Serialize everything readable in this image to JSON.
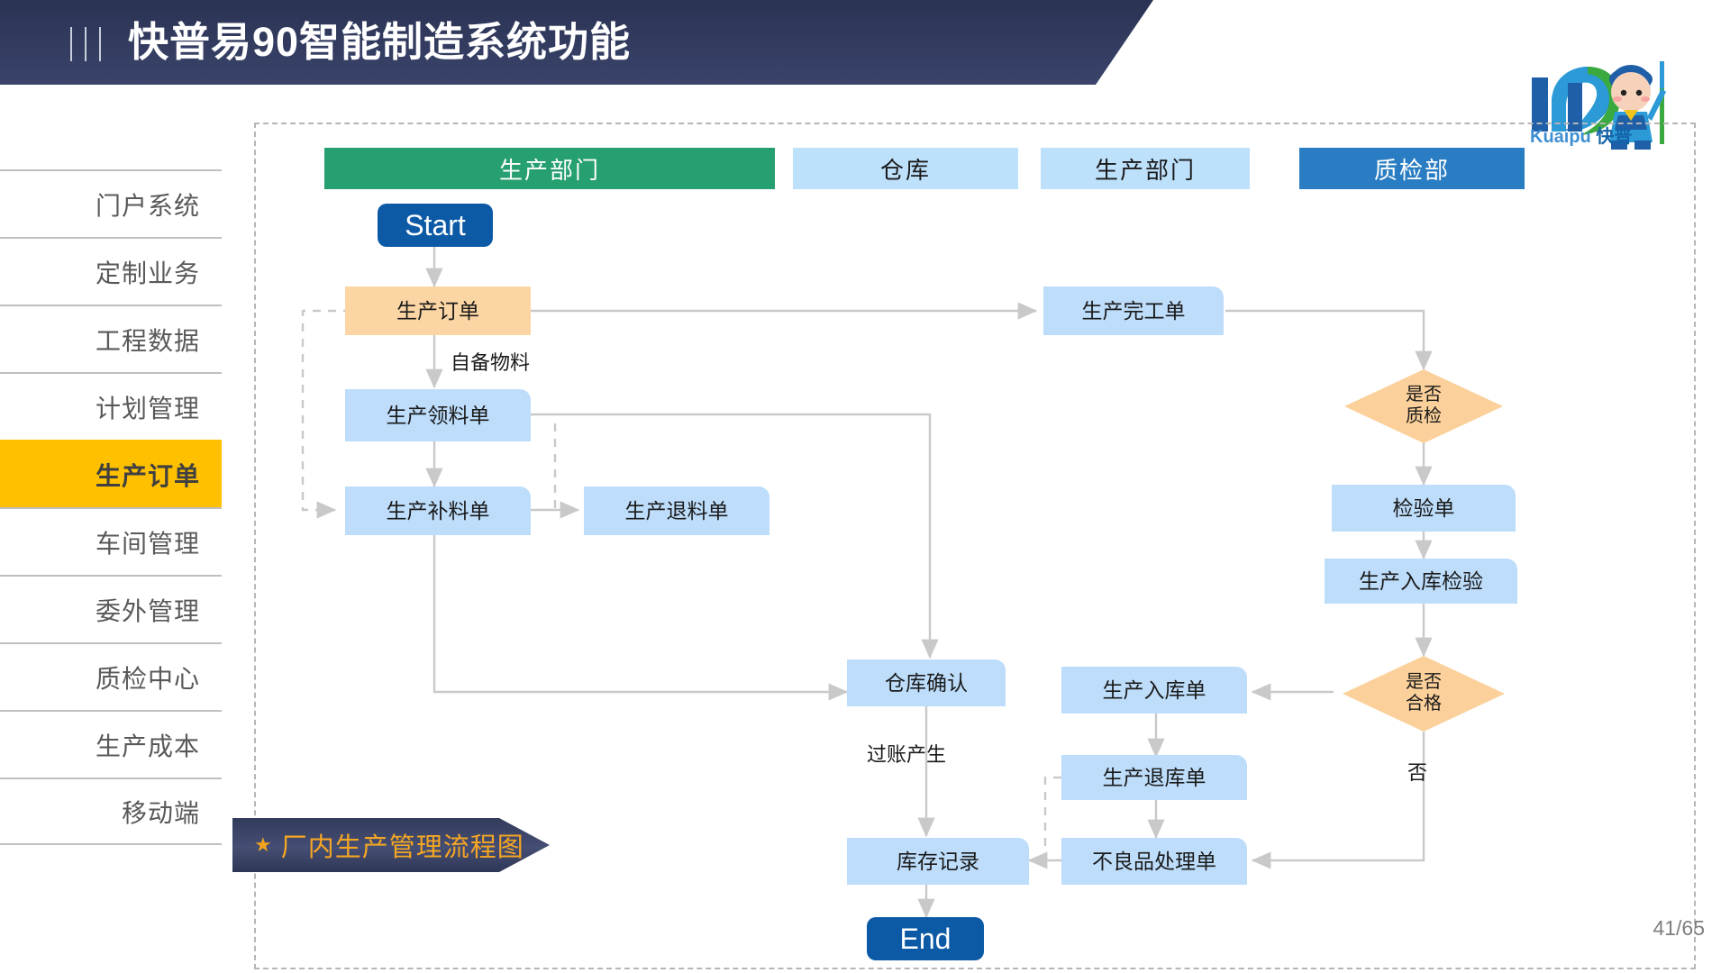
{
  "header": {
    "title": "快普易90智能制造系统功能",
    "menu_icon": "menu-bars-icon"
  },
  "logo": {
    "latin": "Kuaipu",
    "chinese": "快普",
    "mascot": "mascot-character-icon"
  },
  "sidebar": {
    "items": [
      {
        "label": "门户系统",
        "active": false
      },
      {
        "label": "定制业务",
        "active": false
      },
      {
        "label": "工程数据",
        "active": false
      },
      {
        "label": "计划管理",
        "active": false
      },
      {
        "label": "生产订单",
        "active": true
      },
      {
        "label": "车间管理",
        "active": false
      },
      {
        "label": "委外管理",
        "active": false
      },
      {
        "label": "质检中心",
        "active": false
      },
      {
        "label": "生产成本",
        "active": false
      },
      {
        "label": "移动端",
        "active": false
      }
    ],
    "active_color": "#ffc000"
  },
  "flowchart": {
    "lanes": [
      {
        "label": "生产部门",
        "style": "green"
      },
      {
        "label": "仓库",
        "style": "light"
      },
      {
        "label": "生产部门",
        "style": "light"
      },
      {
        "label": "质检部",
        "style": "blue"
      }
    ],
    "nodes": [
      {
        "id": "start",
        "label": "Start",
        "type": "terminal"
      },
      {
        "id": "order",
        "label": "生产订单",
        "type": "orange"
      },
      {
        "id": "pick",
        "label": "生产领料单",
        "type": "lightblue"
      },
      {
        "id": "supply",
        "label": "生产补料单",
        "type": "lightblue"
      },
      {
        "id": "return",
        "label": "生产退料单",
        "type": "lightblue"
      },
      {
        "id": "finish",
        "label": "生产完工单",
        "type": "lightblue"
      },
      {
        "id": "d_qc",
        "label": "是否\n质检",
        "type": "diamond"
      },
      {
        "id": "inspect",
        "label": "检验单",
        "type": "lightblue"
      },
      {
        "id": "instore_chk",
        "label": "生产入库检验",
        "type": "lightblue"
      },
      {
        "id": "d_pass",
        "label": "是否\n合格",
        "type": "diamond"
      },
      {
        "id": "instore",
        "label": "生产入库单",
        "type": "lightblue"
      },
      {
        "id": "outstore",
        "label": "生产退库单",
        "type": "lightblue"
      },
      {
        "id": "defect",
        "label": "不良品处理单",
        "type": "lightblue"
      },
      {
        "id": "wh_conf",
        "label": "仓库确认",
        "type": "lightblue"
      },
      {
        "id": "stock",
        "label": "库存记录",
        "type": "lightblue"
      },
      {
        "id": "end",
        "label": "End",
        "type": "terminal"
      }
    ],
    "edge_labels": [
      {
        "id": "self_material",
        "text": "自备物料"
      },
      {
        "id": "posting",
        "text": "过账产生"
      },
      {
        "id": "no_branch",
        "text": "否"
      }
    ],
    "colors": {
      "lane_green": "#269f71",
      "lane_light": "#bde0fb",
      "lane_blue": "#2a7dc2",
      "node_lightblue": "#bdddfb",
      "node_orange": "#fcd5a4",
      "diamond": "#fbd09a",
      "terminal": "#0c5aa6",
      "edge": "#c9c9c9"
    }
  },
  "caption": {
    "star": "★",
    "text": "厂内生产管理流程图"
  },
  "page": {
    "number": "41/65"
  }
}
